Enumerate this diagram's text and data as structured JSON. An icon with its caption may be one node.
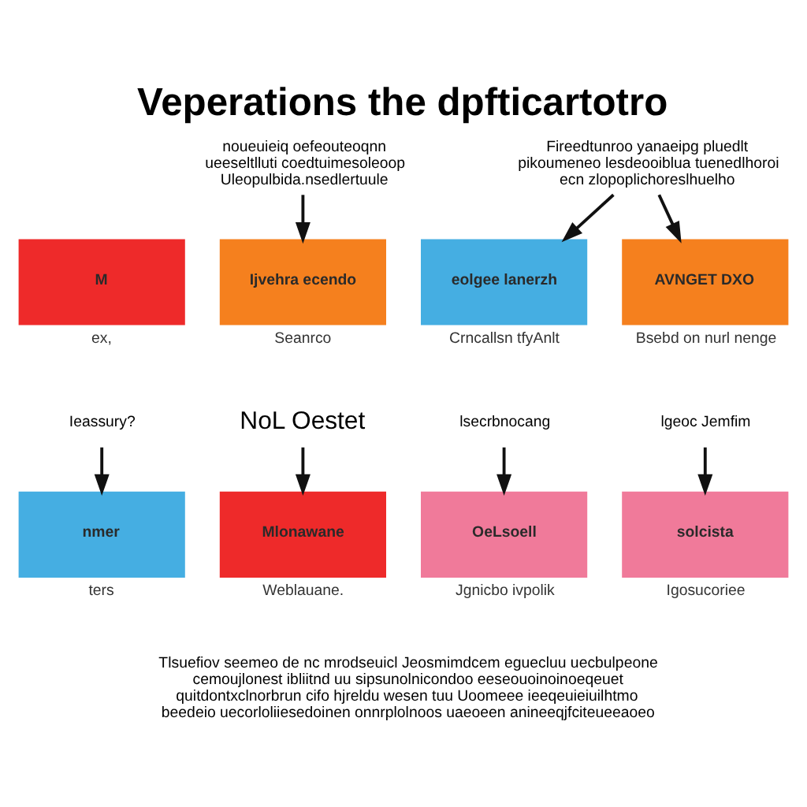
{
  "diagram": {
    "title": "Veperations the dpfticartotro",
    "nodes": [
      {
        "text": [
          "noueuieiq oefeouteoqnn ueeseltlluti coedtuimesoleoop Uleopulbida.nsedlertuule"
        ]
      },
      {
        "text": [
          "M"
        ],
        "beside": [
          "ex,"
        ]
      },
      {
        "text": [
          "Ijvehra ecendo"
        ],
        "beside": [
          "Seanrco"
        ]
      },
      {
        "text": [
          "Fireedtunroo yanaeipg pluedlt pikoumeneo lesdeooiblua tuenedlhoroi ecn zlopoplichoreslhuelho"
        ]
      },
      {
        "text": [
          "eolgee lanerzh"
        ],
        "beside": [
          "Crncallsn tfyAnlt"
        ]
      },
      {
        "text": [
          "AVNGET DXO"
        ],
        "beside": [
          "Bsebd on nurl nenge"
        ]
      },
      {
        "text": [
          "Ieassury?"
        ]
      },
      {
        "text": [
          "nmer"
        ],
        "beside": [
          "ters"
        ]
      },
      {
        "text": [
          "NoL Oestet"
        ]
      },
      {
        "text": [
          "Mlonawane"
        ],
        "beside": [
          "Weblauane."
        ]
      },
      {
        "text": [
          "lsecrbnocang"
        ]
      },
      {
        "text": [
          "OeLsoell"
        ],
        "beside": [
          "Jgnicbo ivpolik"
        ]
      },
      {
        "text": [
          "lgeoc Jemfim"
        ]
      },
      {
        "text": [
          "solcista"
        ],
        "beside": [
          "Igosucoriee"
        ]
      }
    ],
    "edges": [
      {
        "from": 0,
        "to": 2,
        "arrow": "to"
      },
      {
        "from": 3,
        "to": 4,
        "arrow": "to"
      },
      {
        "from": 3,
        "to": 5,
        "arrow": "to"
      },
      {
        "from": 6,
        "to": 7,
        "arrow": "to"
      },
      {
        "from": 8,
        "to": 9,
        "arrow": "to"
      },
      {
        "from": 10,
        "to": 11,
        "arrow": "to"
      },
      {
        "from": 12,
        "to": 13,
        "arrow": "to"
      }
    ],
    "labels": [
      "Tlsuefiov seemeo de nc mrodseuicl Jeosmimdcem eguecluu uecbulpeone cemoujlonest ibliitnd uu sipsunolnicondoo eeseouoinoinoeqeuet quitdontxclnorbrun cifo hjreldu wesen tuu Uoomeee ieeqeuieiuilhtmo beedeio uecorloliiesedoinen onnrplolnoos uaeoeen anineeqjfciteueeaoeo"
    ]
  }
}
